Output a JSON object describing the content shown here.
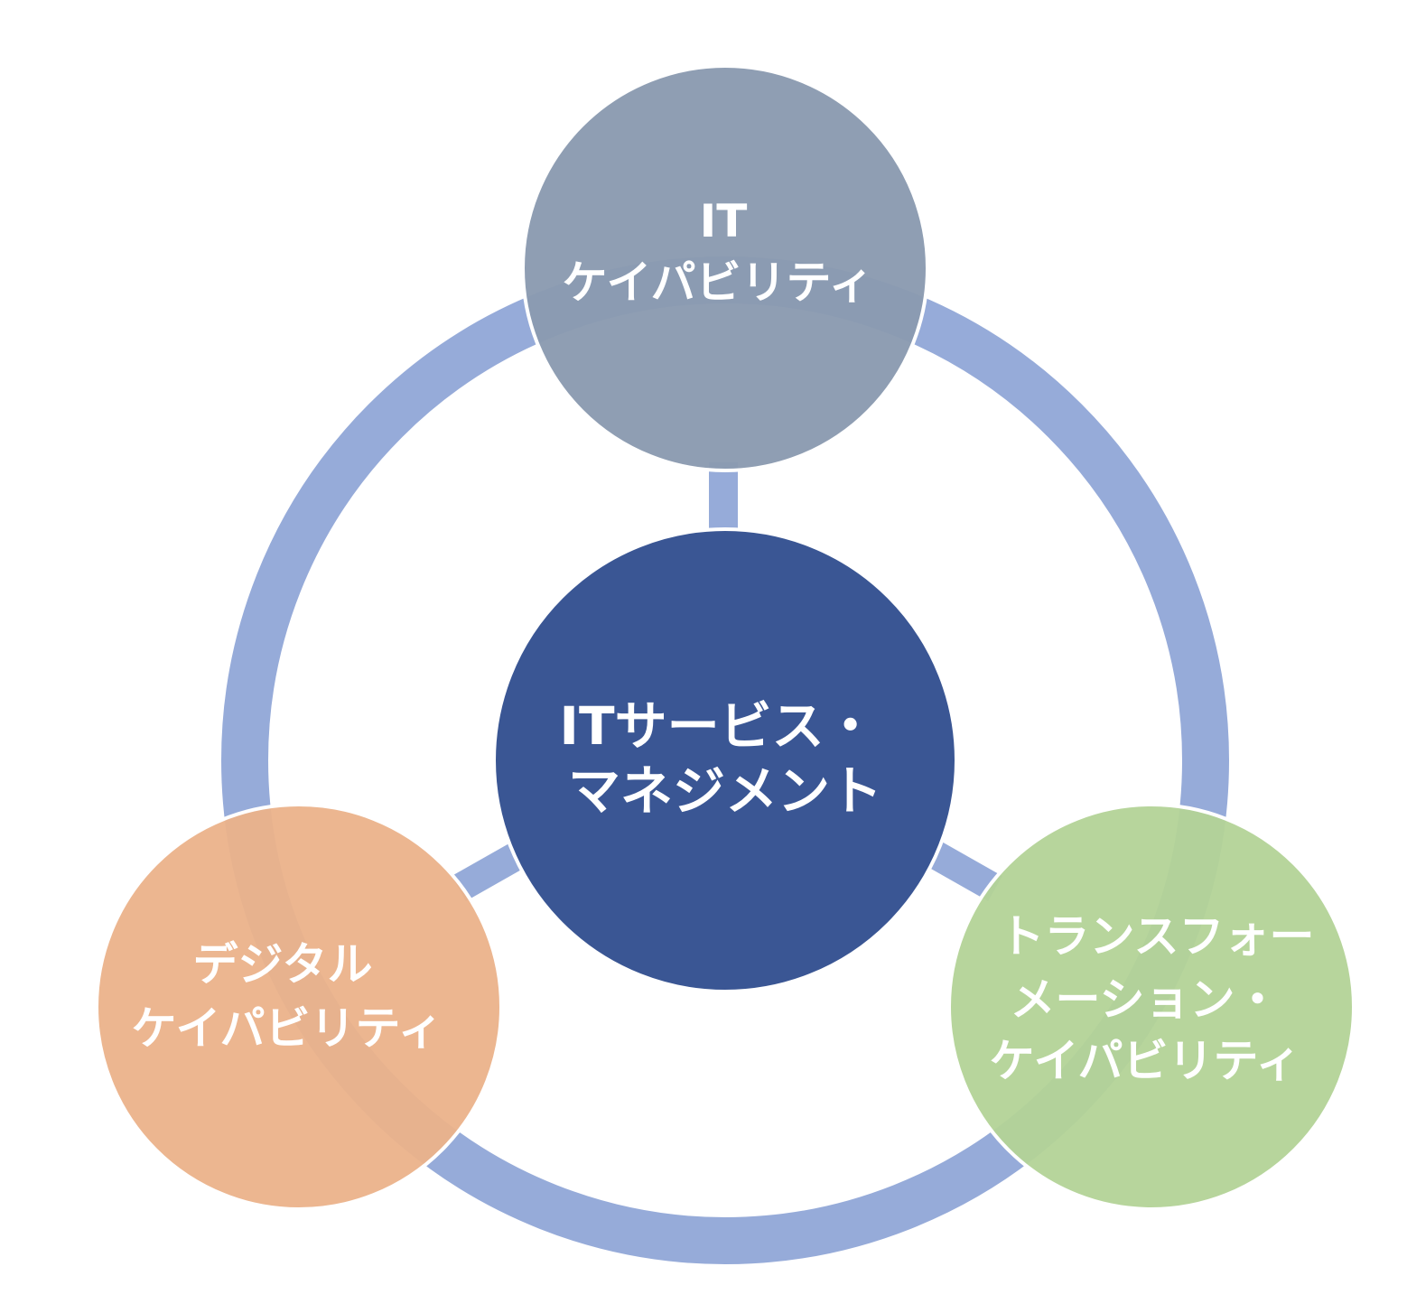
{
  "diagram": {
    "center_node": {
      "lines": [
        "ITサービス・",
        "マネジメント"
      ],
      "color": "#3A5694"
    },
    "top_node": {
      "lines": [
        "IT",
        "ケイパビリティ"
      ],
      "color": "#8A9AB0"
    },
    "left_node": {
      "lines": [
        "デジタル",
        "ケイパビリティ"
      ],
      "color": "#EBB28A"
    },
    "right_node": {
      "lines": [
        "トランスフォー",
        "メーション・",
        "ケイパビリティ"
      ],
      "color": "#B3D397"
    },
    "ring_color": "#96ABD9",
    "connector_color": "#96ABD9",
    "node_border_color": "#ffffff"
  }
}
